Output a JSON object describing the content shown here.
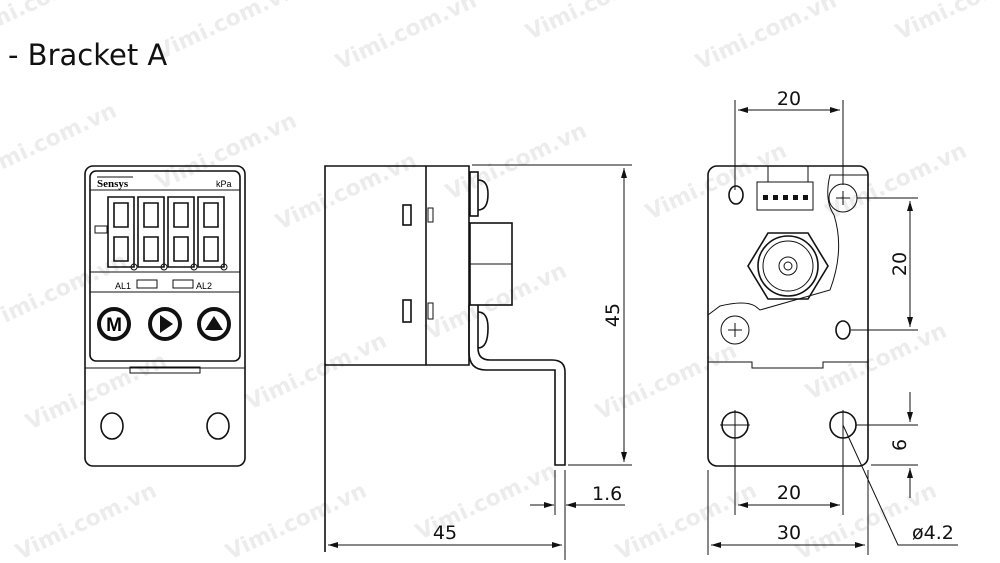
{
  "title": "-  Bracket A",
  "watermark": "Vimi.com.vn",
  "front_view": {
    "brand": "Sensys",
    "unit": "kPa",
    "alarm_labels": [
      "AL1",
      "AL2"
    ],
    "buttons": [
      "M",
      "right-arrow",
      "up-arrow"
    ]
  },
  "side_view": {
    "height_dim": "45",
    "depth_dim": "45",
    "thickness_dim": "1.6"
  },
  "rear_view": {
    "top_hole_spacing": "20",
    "vertical_hole_spacing": "20",
    "bottom_hole_spacing": "20",
    "width_dim": "30",
    "hole_offset_dim": "6",
    "hole_diameter": "ø4.2"
  }
}
